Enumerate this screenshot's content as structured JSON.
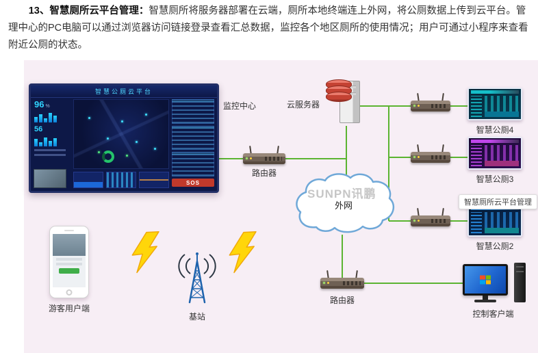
{
  "paragraph": {
    "bold": "13、智慧厕所云平台管理：",
    "text": "智慧厕所将服务器部署在云端，厕所本地终端连上外网，将公厕数据上传到云平台。管理中心的PC电脑可以通过浏览器访问链接登录查看汇总数据，监控各个地区厕所的使用情况；用户可通过小程序来查看附近公厕的状态。"
  },
  "diagram": {
    "watermark": "SUNPN讯鹏",
    "dashboard": {
      "title": "智慧公厕云平台",
      "stat_online": "96",
      "stat_unit": "%",
      "stat_count": "56",
      "sos": "SOS"
    },
    "labels": {
      "monitor_center": "监控中心",
      "cloud_server": "云服务器",
      "router_top": "路由器",
      "extranet": "外网",
      "toilet4": "智慧公厕4",
      "toilet3": "智慧公厕3",
      "toilet2": "智慧公厕2",
      "platform_tag": "智慧厕所云平台管理",
      "phone": "游客用户端",
      "base_station": "基站",
      "router_bottom": "路由器",
      "control_client": "控制客户端"
    },
    "colors": {
      "connector_green": "#5bb431",
      "diagram_background": "#f7eef5",
      "bolt_yellow": "#ffd60a",
      "dashboard_accent": "#2fd4ff",
      "cloud_outline": "#6fa8d8"
    }
  }
}
